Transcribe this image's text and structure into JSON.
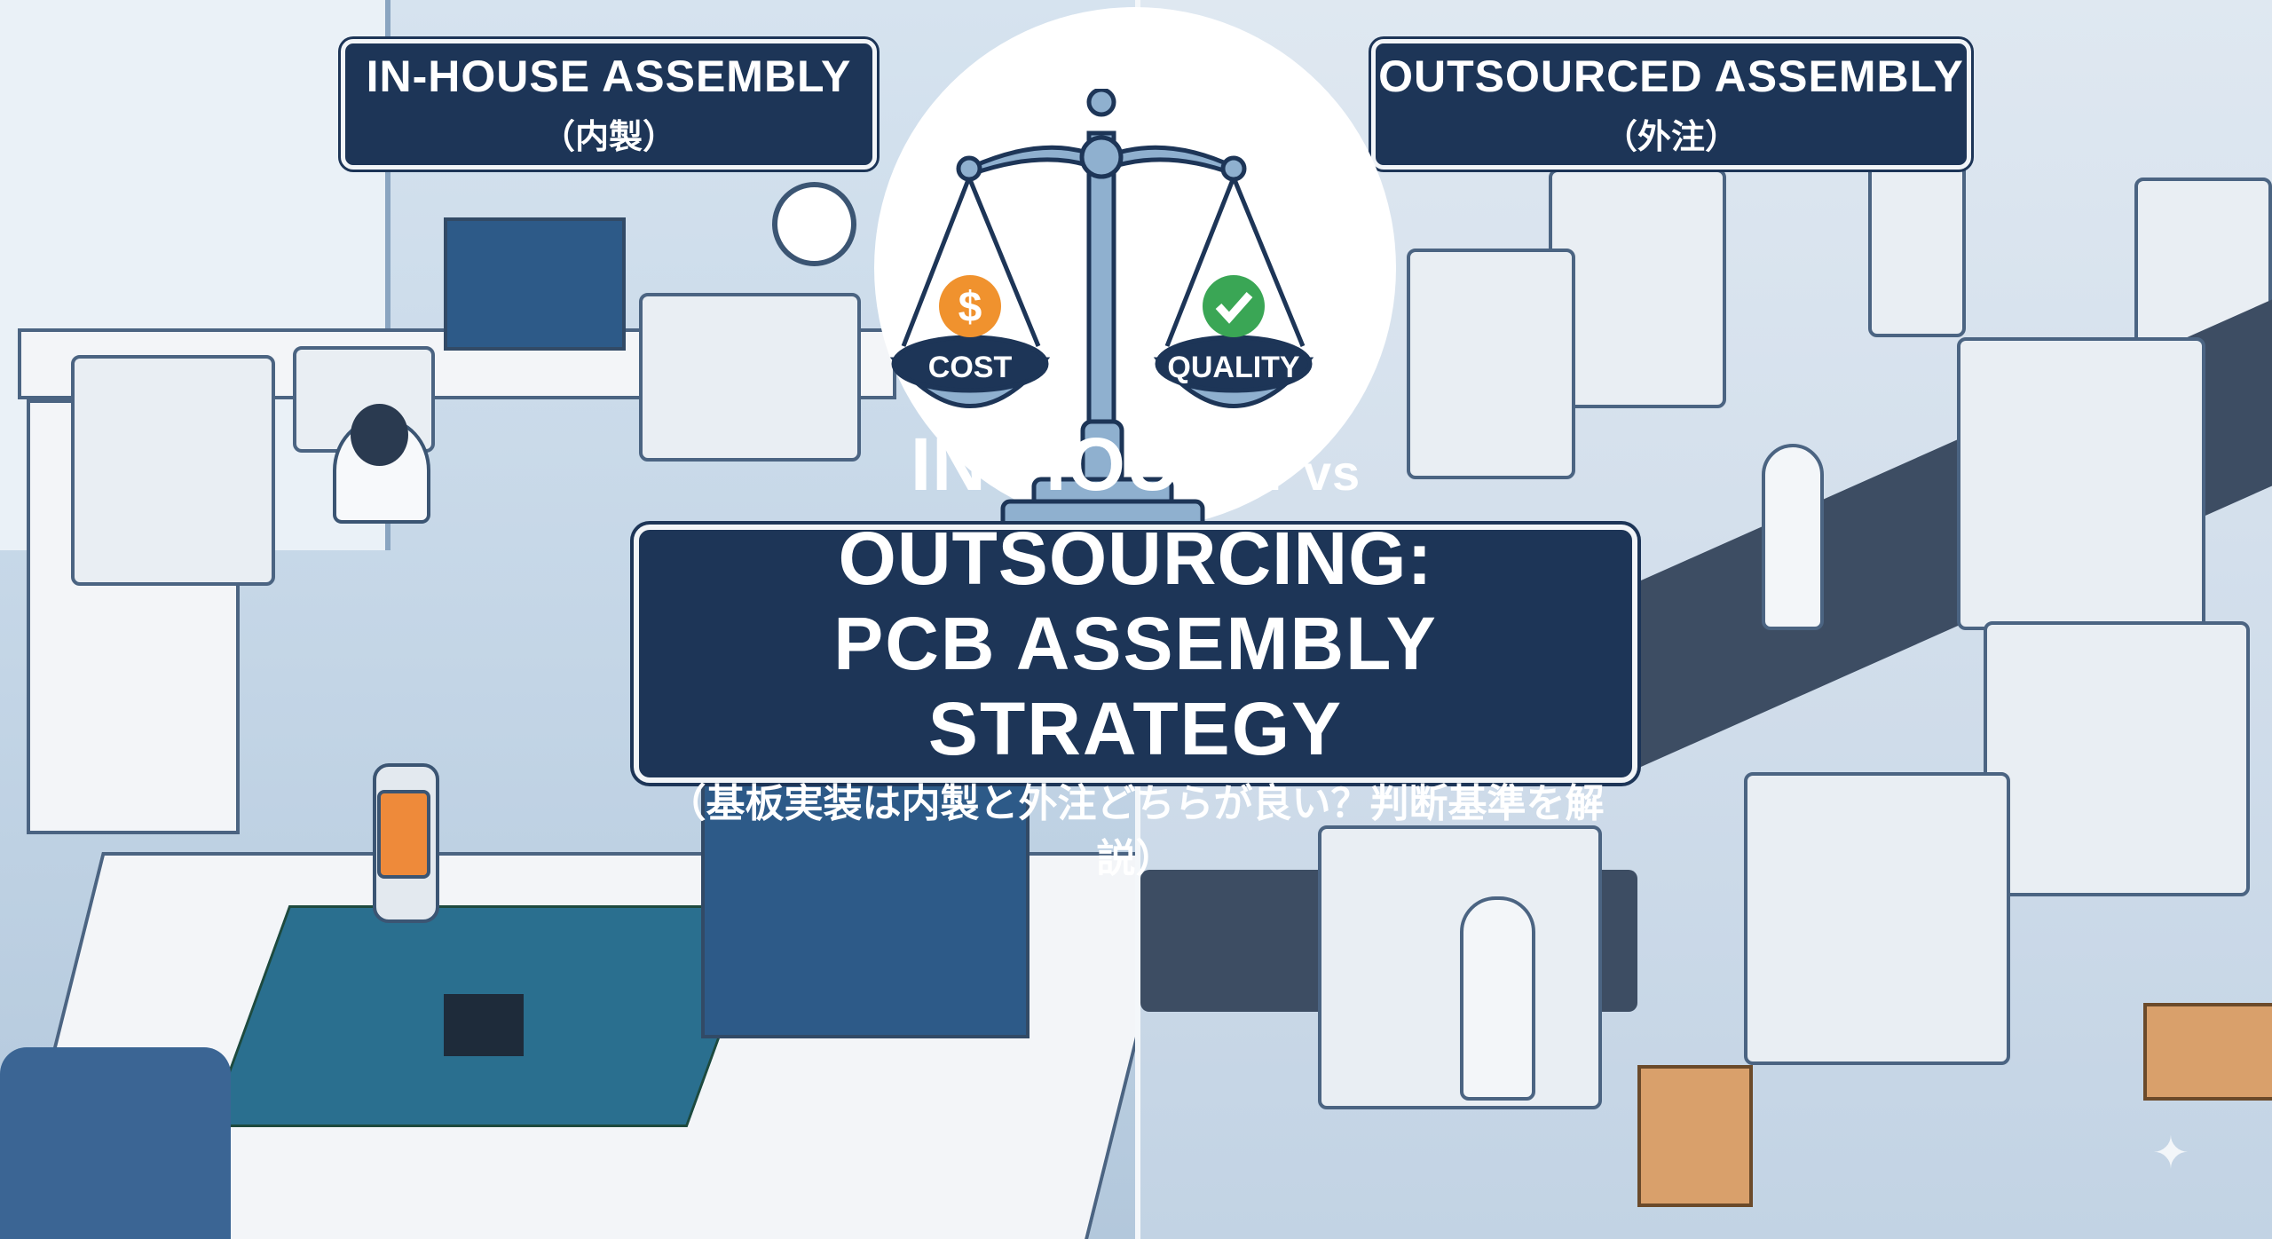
{
  "left_panel": {
    "label_en": "IN-HOUSE ASSEMBLY",
    "label_jp": "（内製）"
  },
  "right_panel": {
    "label_en": "OUTSOURCED ASSEMBLY",
    "label_jp": "（外注）"
  },
  "scale": {
    "left_pan": "COST",
    "right_pan": "QUALITY",
    "left_icon": "dollar-icon",
    "right_icon": "check-icon"
  },
  "title": {
    "line1_a": "IN-HOUSE ",
    "line1_vs": "vs",
    "line1_b": " OUTSOURCING:",
    "line2": "PCB ASSEMBLY STRATEGY",
    "line3": "（基板実装は内製と外注どちらが良い？判断基準を解説）"
  },
  "colors": {
    "navy": "#1d3557",
    "orange": "#f0922e",
    "green": "#3aa655",
    "steel": "#7ea3c6"
  }
}
